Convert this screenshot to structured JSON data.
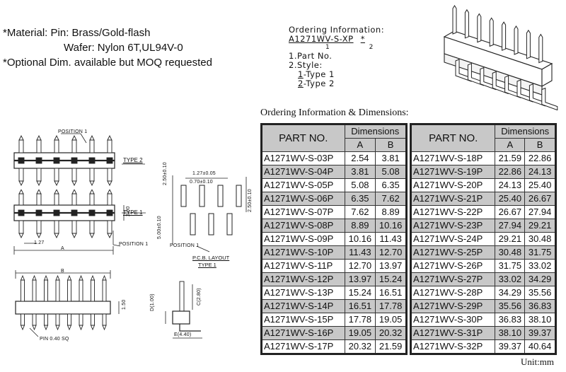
{
  "material": {
    "line1": "*Material: Pin: Brass/Gold-flash",
    "line2": "Wafer: Nylon 6T,UL94V-0",
    "line3": "*Optional Dim. available but MOQ requested"
  },
  "ordering": {
    "title": "Ordering Information:",
    "code": "A1271WV-S-XP",
    "code_star": "*",
    "num1": "1",
    "num2": "2",
    "item1": "1.Part No.",
    "item2": "2.Style:",
    "type1_num": "1",
    "type1_label": "-Type 1",
    "type2_num": "2",
    "type2_label": "-Type 2"
  },
  "dims_title": "Ordering Information & Dimensions:",
  "unit": "Unit:mm",
  "table_headers": {
    "part": "PART NO.",
    "dimensions": "Dimensions",
    "a": "A",
    "b": "B"
  },
  "left_rows": [
    [
      "A1271WV-S-03P",
      "2.54",
      "3.81"
    ],
    [
      "A1271WV-S-04P",
      "3.81",
      "5.08"
    ],
    [
      "A1271WV-S-05P",
      "5.08",
      "6.35"
    ],
    [
      "A1271WV-S-06P",
      "6.35",
      "7.62"
    ],
    [
      "A1271WV-S-07P",
      "7.62",
      "8.89"
    ],
    [
      "A1271WV-S-08P",
      "8.89",
      "10.16"
    ],
    [
      "A1271WV-S-09P",
      "10.16",
      "11.43"
    ],
    [
      "A1271WV-S-10P",
      "11.43",
      "12.70"
    ],
    [
      "A1271WV-S-11P",
      "12.70",
      "13.97"
    ],
    [
      "A1271WV-S-12P",
      "13.97",
      "15.24"
    ],
    [
      "A1271WV-S-13P",
      "15.24",
      "16.51"
    ],
    [
      "A1271WV-S-14P",
      "16.51",
      "17.78"
    ],
    [
      "A1271WV-S-15P",
      "17.78",
      "19.05"
    ],
    [
      "A1271WV-S-16P",
      "19.05",
      "20.32"
    ],
    [
      "A1271WV-S-17P",
      "20.32",
      "21.59"
    ]
  ],
  "right_rows": [
    [
      "A1271WV-S-18P",
      "21.59",
      "22.86"
    ],
    [
      "A1271WV-S-19P",
      "22.86",
      "24.13"
    ],
    [
      "A1271WV-S-20P",
      "24.13",
      "25.40"
    ],
    [
      "A1271WV-S-21P",
      "25.40",
      "26.67"
    ],
    [
      "A1271WV-S-22P",
      "26.67",
      "27.94"
    ],
    [
      "A1271WV-S-23P",
      "27.94",
      "29.21"
    ],
    [
      "A1271WV-S-24P",
      "29.21",
      "30.48"
    ],
    [
      "A1271WV-S-25P",
      "30.48",
      "31.75"
    ],
    [
      "A1271WV-S-26P",
      "31.75",
      "33.02"
    ],
    [
      "A1271WV-S-27P",
      "33.02",
      "34.29"
    ],
    [
      "A1271WV-S-28P",
      "34.29",
      "35.56"
    ],
    [
      "A1271WV-S-29P",
      "35.56",
      "36.83"
    ],
    [
      "A1271WV-S-30P",
      "36.83",
      "38.10"
    ],
    [
      "A1271WV-S-31P",
      "38.10",
      "39.37"
    ],
    [
      "A1271WV-S-32P",
      "39.37",
      "40.64"
    ]
  ],
  "drawing": {
    "position1_top": "POSITION 1",
    "type2": "TYPE 2",
    "type1": "TYPE 1",
    "dim_200": "2.00",
    "dim_127": "1.27",
    "label_a": "A",
    "position1_bottom": "POSITION 1",
    "label_b": "B",
    "dim_150": "1.50",
    "pin_sq": "PIN 0.40 SQ",
    "pcb_dim_250_top": "2.50±0.10",
    "pcb_dim_127": "1.27±0.05",
    "pcb_dim_070": "0.70±0.10",
    "pcb_dim_500": "5.00±0.10",
    "pcb_dim_250_right": "2.50±0.10",
    "pcb_position1": "POSITION 1",
    "pcb_layout": "P.C.B. LAYOUT",
    "pcb_type": "TYPE 1",
    "side_d": "D(1.00)",
    "side_c": "C(2.80)",
    "side_e": "E(4.40)"
  }
}
